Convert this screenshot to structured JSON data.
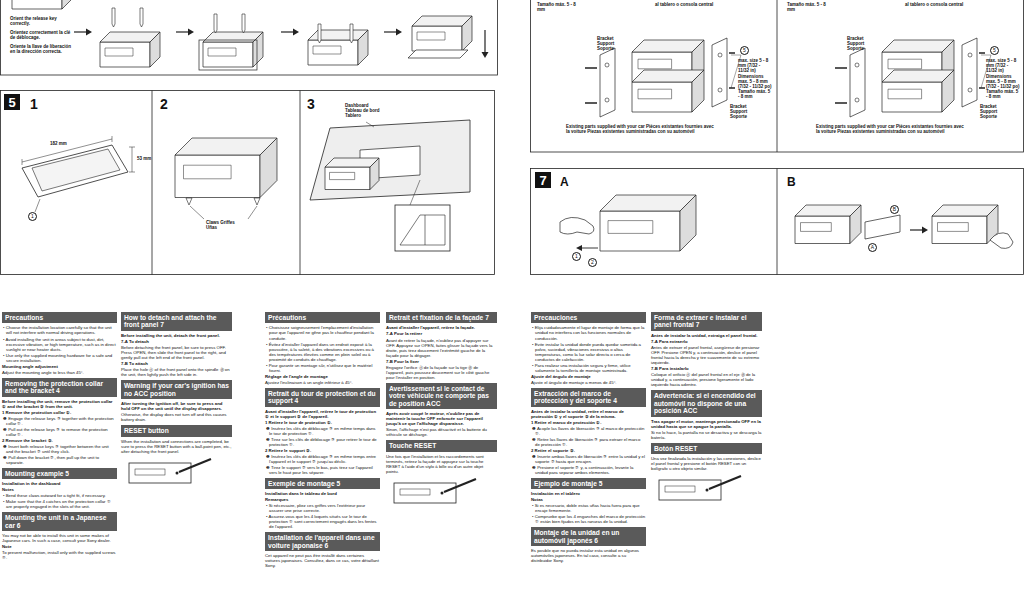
{
  "diagram": {
    "nodes": [
      {
        "text": [
          "5"
        ]
      },
      {
        "text": [
          "7"
        ]
      },
      {
        "text": [
          "Precautions"
        ]
      },
      {
        "text": [
          "Removing the protection collar and the bracket 4"
        ]
      },
      {
        "text": [
          "Mounting example 5"
        ]
      },
      {
        "text": [
          "Mounting the unit in a Japanese car 6"
        ]
      },
      {
        "text": [
          "How to detach and attach the front panel 7"
        ]
      },
      {
        "text": [
          "Warning if your car's ignition has no ACC position"
        ]
      },
      {
        "text": [
          "RESET button"
        ]
      },
      {
        "text": [
          "Précautions"
        ]
      },
      {
        "text": [
          "Retrait du tour de protection et du support 4"
        ]
      },
      {
        "text": [
          "Exemple de montage 5"
        ]
      },
      {
        "text": [
          "Installation de l'appareil dans une voiture japonaise 6"
        ]
      },
      {
        "text": [
          "Retrait et fixation de la façade 7"
        ]
      },
      {
        "text": [
          "Avertissement si le contact de votre véhicule ne comporte pas de position ACC"
        ]
      },
      {
        "text": [
          "Touche RESET"
        ]
      },
      {
        "text": [
          "Precauciones"
        ]
      },
      {
        "text": [
          "Extracción del marco de protección y del soporte 4"
        ]
      },
      {
        "text": [
          "Ejemplo de montaje 5"
        ]
      },
      {
        "text": [
          "Montaje de la unidad en un automóvil japonés 6"
        ]
      },
      {
        "text": [
          "Forma de extraer e instalar el panel frontal 7"
        ]
      },
      {
        "text": [
          "Advertencia: si el encendido del automóvil no dispone de una posición ACC"
        ]
      },
      {
        "text": [
          "Botón RESET"
        ]
      }
    ],
    "labels": [
      "Orient the release key correctly.",
      "Orientez correctement la clé de déblocage.",
      "Oriente la llave de liberación en la dirección correcta.",
      "1",
      "2",
      "3",
      "182 mm",
      "53 mm",
      "1",
      "Dashboard Tableau de bord Tablero",
      "Claws Griffes Uñas",
      "Tamaño máx. 5 - 8 mm",
      "al tablero o consola central",
      "Bracket Support Soporte",
      "Bracket Support Soporte",
      "5",
      "max. size 5 - 8 mm (7/32 - 11/32 in) Dimensions max. 5 - 8 mm (7/32 - 11/32 po) Tamaño máx. 5 - 8 mm",
      "Existing parts supplied with your car Pièces existantes fournies avec la voiture Piezas existentes suministradas con su automóvil",
      "Tamaño máx. 5 - 8 mm",
      "al tablero o consola central",
      "Bracket Support Soporte",
      "Bracket Support Soporte",
      "5",
      "max. size 5 - 8 mm (7/32 - 11/32 in) Dimensions max. 5 - 8 mm (7/32 - 11/32 po) Tamaño máx. 5 - 8 mm",
      "Existing parts supplied with your car Pièces existantes fournies avec la voiture Piezas existentes suministradas con su automóvil",
      "A",
      "B",
      "1",
      "2",
      "A",
      "B",
      "• Choose the installation location carefully so that the unit will not interfere with normal driving operations.",
      "• Avoid installing the unit in areas subject to dust, dirt, excessive vibration, or high temperature, such as in direct sunlight or near heater ducts.",
      "• Use only the supplied mounting hardware for a safe and secure installation.",
      "Mounting angle adjustment",
      "Adjust the mounting angle to less than 45°.",
      "Before installing the unit, remove the protection collar ① and the bracket ② from the unit.",
      "1 Remove the protection collar ①.",
      "❶ Engage the release keys ③ together with the protection collar ①.",
      "❷ Pull out the release keys ③ to remove the protection collar ①.",
      "2 Remove the bracket ②.",
      "❶ Insert both release keys ③ together between the unit and the bracket ② until they click.",
      "❷ Pull down the bracket ②, then pull up the unit to separate.",
      "Installation in the dashboard",
      "Notes",
      "• Bend these claws outward for a tight fit, if necessary.",
      "• Make sure that the 4 catches on the protection collar ① are properly engaged in the slots of the unit.",
      "You may not be able to install this unit in some makes of Japanese cars. In such a case, consult your Sony dealer.",
      "Note",
      "To prevent malfunction, install only with the supplied screws ⑤.",
      "Before installing the unit, detach the front panel.",
      "7-A To detach",
      "Before detaching the front panel, be sure to press OFF. Press OPEN, then slide the front panel to the right, and gently pull out the left end of the front panel.",
      "7-B To attach",
      "Place the hole Ⓐ of the front panel onto the spindle Ⓑ on the unit, then lightly push the left side in.",
      "After turning the ignition off, be sure to press and hold OFF on the unit until the display disappears.",
      "Otherwise, the display does not turn off and this causes battery drain.",
      "When the installation and connections are completed, be sure to press the RESET button with a ball-point pen, etc., after detaching the front panel.",
      "• Choisissez soigneusement l'emplacement d'installation pour que l'appareil ne gêne pas le chauffeur pendant la conduite.",
      "• Évitez d'installer l'appareil dans un endroit exposé à la poussière, à la saleté, à des vibrations excessives ou à des températures élevées comme en plein soleil ou à proximité de conduits de chauffage.",
      "• Pour garantir un montage sûr, n'utilisez que le matériel fourni.",
      "Réglage de l'angle de montage",
      "Ajustez l'inclinaison à un angle inférieur à 45°.",
      "Avant d'installer l'appareil, retirez le tour de protection ① et le support ② de l'appareil.",
      "1 Retirez le tour de protection ①.",
      "❶ Insérez les clés de déblocage ③ en même temps dans le tour de protection ①.",
      "❷ Tirez sur les clés de déblocage ③ pour retirer le tour de protection ①.",
      "2 Retirez le support ②.",
      "❶ Insérez les clés de déblocage ③ en même temps entre l'appareil et le support ② jusqu'au déclic.",
      "❷ Tirez le support ② vers le bas, puis tirez sur l'appareil vers le haut pour les séparer.",
      "Installation dans le tableau de bord",
      "Remarques",
      "• Si nécessaire, pliez ces griffes vers l'extérieur pour assurer une prise correcte.",
      "• Assurez-vous que les 4 loquets situés sur le tour de protection ① sont correctement engagés dans les fentes de l'appareil.",
      "Cet appareil ne peut pas être installé dans certaines voitures japonaises. Consultez, dans ce cas, votre détaillant Sony.",
      "Avant d'installer l'appareil, retirez la façade.",
      "7-A Pour la retirer",
      "Avant de retirer la façade, n'oubliez pas d'appuyer sur OFF. Appuyez sur OPEN, faites glisser la façade vers la droite, puis tirez doucement l'extrémité gauche de la façade pour la dégager.",
      "7-B Pour la fixer",
      "Engagez l'orifice Ⓐ de la façade sur la tige Ⓑ de l'appareil, puis poussez doucement sur le côté gauche pour l'installer en position.",
      "Après avoir coupé le moteur, n'oubliez pas de maintenir la touche OFF enfoncée sur l'appareil jusqu'à ce que l'affichage disparaisse.",
      "Sinon, l'affichage n'est pas désactivé et la batterie du véhicule se décharge.",
      "Une fois que l'installation et les raccordements sont terminés, retirez la façade et appuyez sur la touche RESET à l'aide d'un stylo à bille ou d'un autre objet pointu.",
      "• Elija cuidadosamente el lugar de montaje de forma que la unidad no interfiera con las funciones normales de conducción.",
      "• Evite instalar la unidad donde pueda quedar sometida a polvo, suciedad, vibraciones excesivas o altas temperaturas, como la luz solar directa o cerca de conductos de calefacción.",
      "• Para realizar una instalación segura y firme, utilice solamente la tornillería de montaje suministrada.",
      "Ajuste del ángulo de montaje",
      "Ajuste el ángulo de montaje a menos de 45°.",
      "Antes de instalar la unidad, retire el marco de protección ① y el soporte ② de la misma.",
      "1 Retire el marco de protección ①.",
      "❶ Acople las llaves de liberación ③ al marco de protección ①.",
      "❷ Retire las llaves de liberación ③ para extraer el marco de protección ①.",
      "2 Retire el soporte ②.",
      "❶ Inserte ambas llaves de liberación ③ entre la unidad y el soporte ② hasta que encajen.",
      "❷ Presione el soporte ② y, a continuación, levante la unidad para separar ambos elementos.",
      "Instalación en el tablero",
      "Notas",
      "• Si es necesario, doble estas uñas hacia fuera para que encaje firmemente.",
      "• Compruebe que los 4 enganches del marco de protección ① están bien fijados en las ranuras de la unidad.",
      "Es posible que no pueda instalar esta unidad en algunos automóviles japoneses. En tal caso, consulte a su distribuidor Sony.",
      "Antes de instalar la unidad, extraiga el panel frontal.",
      "7-A Para extraerlo",
      "Antes de extraer el panel frontal, asegúrese de presionar OFF. Presione OPEN y, a continuación, deslice el panel frontal hacia la derecha y tire suavemente de su extremo izquierdo.",
      "7-B Para instalarlo",
      "Coloque el orificio Ⓐ del panel frontal en el eje Ⓑ de la unidad y, a continuación, presione ligeramente el lado izquierdo hacia adentro.",
      "Tras apagar el motor, mantenga presionado OFF en la unidad hasta que se apague la pantalla.",
      "Si no lo hace, la pantalla no se desactiva y se descarga la batería.",
      "Una vez finalizada la instalación y las conexiones, deslice el panel frontal y presione el botón RESET con un bolígrafo u otro objeto similar."
    ]
  }
}
